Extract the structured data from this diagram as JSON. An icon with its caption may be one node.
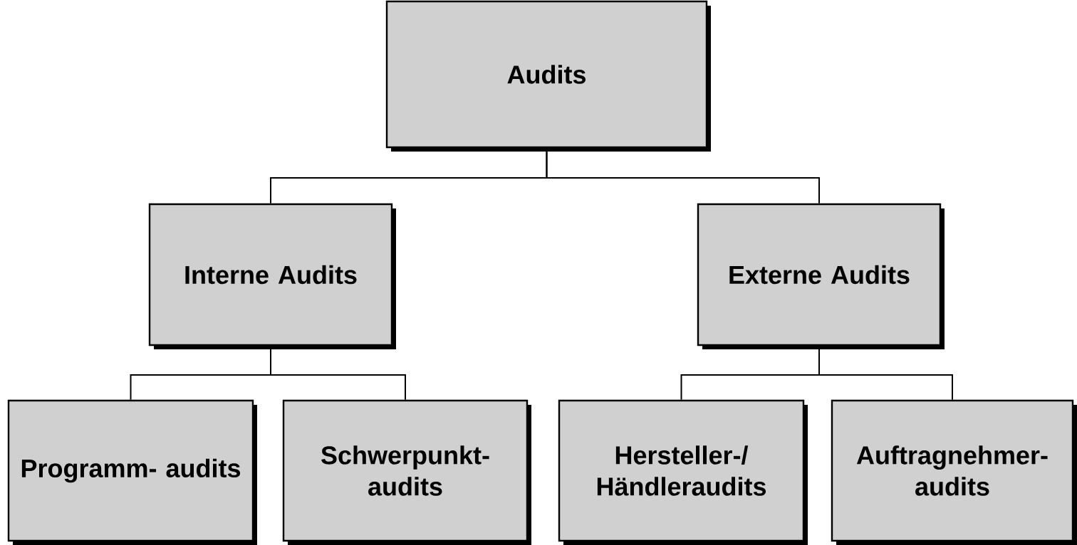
{
  "diagram": {
    "nodes": [
      {
        "text": [
          "Audits"
        ]
      },
      {
        "text": [
          "Interne Audits"
        ]
      },
      {
        "text": [
          "Externe Audits"
        ]
      },
      {
        "text": [
          "Programm- audits"
        ]
      },
      {
        "text": [
          "Schwerpunkt- audits"
        ]
      },
      {
        "text": [
          "Hersteller-/ Händleraudits"
        ]
      },
      {
        "text": [
          "Auftragnehmer- audits"
        ]
      }
    ],
    "edges": [
      {
        "from": 0,
        "to": 1,
        "arrow": "none"
      },
      {
        "from": 0,
        "to": 2,
        "arrow": "none"
      },
      {
        "from": 1,
        "to": 3,
        "arrow": "none"
      },
      {
        "from": 1,
        "to": 4,
        "arrow": "none"
      },
      {
        "from": 2,
        "to": 5,
        "arrow": "none"
      },
      {
        "from": 2,
        "to": 6,
        "arrow": "none"
      }
    ]
  }
}
